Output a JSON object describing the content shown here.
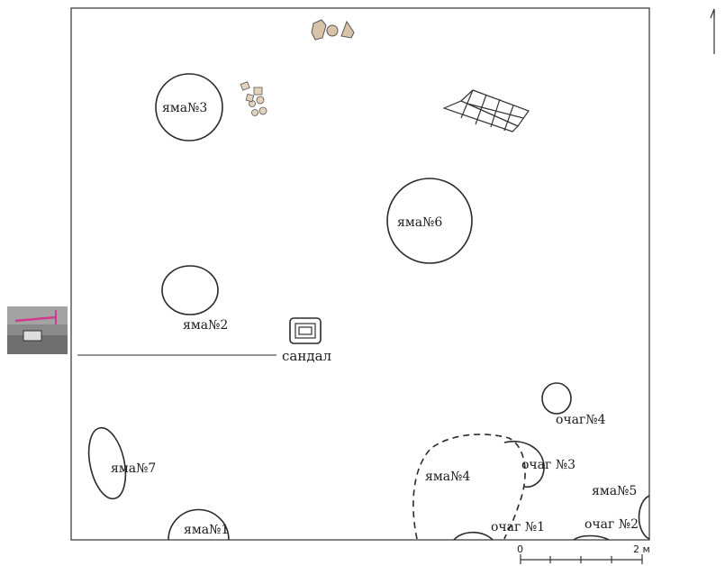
{
  "labels": {
    "pit3": "яма№3",
    "pit6": "яма№6",
    "pit2": "яма№2",
    "sandal": "сандал",
    "hearth4": "очаг№4",
    "pit7": "яма№7",
    "hearth3": "очаг №3",
    "pit4": "яма№4",
    "pit5": "яма№5",
    "pit1": "яма№1",
    "hearth1": "очаг №1",
    "hearth2": "очаг №2"
  },
  "scale": {
    "zero": "0",
    "end": "2 м"
  },
  "icons": {
    "north": "north-arrow-icon"
  },
  "colors": {
    "line": "#2a2a2a",
    "stone_fill": "#d9c3a8",
    "photo_bg": "#8a8a8a",
    "photo_accent": "#d23a8c"
  }
}
